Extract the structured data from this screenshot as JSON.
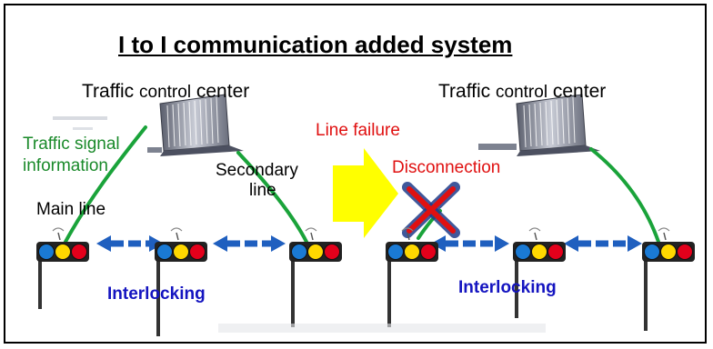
{
  "title": "I to I communication added system",
  "left_panel": {
    "center_label_a": "Traffic ",
    "center_label_b": "control",
    "center_label_c": " center",
    "signal_info_line1": "Traffic signal",
    "signal_info_line2": "information",
    "main_line": "Main line",
    "secondary_line1": "Secondary",
    "secondary_line2": "line",
    "interlocking": "Interlocking"
  },
  "right_panel": {
    "center_label_a": "Traffic ",
    "center_label_b": "control",
    "center_label_c": " center",
    "line_failure": "Line failure",
    "disconnection": "Disconnection",
    "interlocking": "Interlocking"
  },
  "colors": {
    "green_line": "#1aa33a",
    "arrow_blue": "#1f5fbf",
    "yellow_arrow": "#ffff00",
    "failure_red": "#e01010",
    "signal_yellow": "#ffd800",
    "signal_blue": "#1a7ad4",
    "signal_red": "#e3001b",
    "building_gray": "#8a8e9c"
  }
}
